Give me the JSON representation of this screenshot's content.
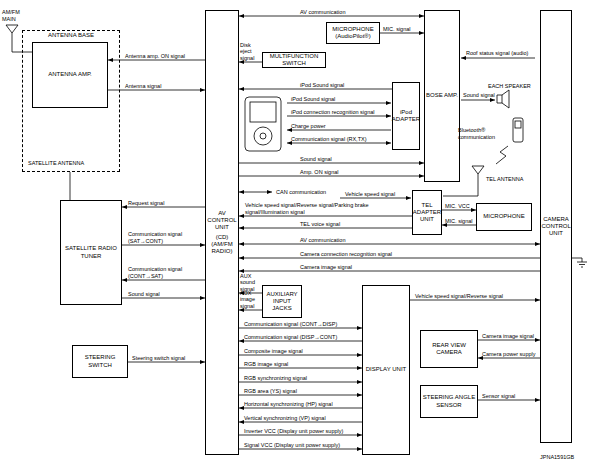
{
  "diagram": {
    "nodes": [
      {
        "text": [
          "ANTENNA BASE"
        ]
      },
      {
        "text": [
          "ANTENNA AMP."
        ],
        "in": 0
      },
      {
        "text": [
          "AV CONTROL UNIT",
          "(CD) (AM/FM RADIO)"
        ]
      },
      {
        "text": [
          "MULTIFUNCTION SWITCH"
        ]
      },
      {
        "text": [
          "MICROPHONE (AudioPilot®)"
        ]
      },
      {
        "text": [
          "BOSE AMP."
        ]
      },
      {
        "text": [
          "iPod ADAPTER"
        ]
      },
      {
        "text": [
          "SATELLITE RADIO TUNER"
        ]
      },
      {
        "text": [
          "TEL ADAPTER UNIT"
        ]
      },
      {
        "text": [
          "MICROPHONE"
        ]
      },
      {
        "text": [
          "CAMERA CONTROL UNIT"
        ]
      },
      {
        "text": [
          "AUXILIARY INPUT JACKS"
        ]
      },
      {
        "text": [
          "DISPLAY UNIT"
        ]
      },
      {
        "text": [
          "STEERING SWITCH"
        ]
      },
      {
        "text": [
          "REAR VIEW CAMERA"
        ]
      },
      {
        "text": [
          "STEERING ANGLE SENSOR"
        ]
      }
    ],
    "edges": [
      {
        "from": 2,
        "to": 1,
        "arrow": "to",
        "label": "Antenna amp. ON signal"
      },
      {
        "from": 1,
        "to": 2,
        "arrow": "to",
        "label": "Antenna signal"
      },
      {
        "from": 2,
        "to": 5,
        "arrow": "both",
        "label": "AV communication"
      },
      {
        "from": 3,
        "to": 2,
        "arrow": "to",
        "label": "Disk eject signal"
      },
      {
        "from": 4,
        "to": 5,
        "arrow": "to",
        "label": "MIC. signal"
      },
      {
        "from": 6,
        "to": 2,
        "arrow": "to",
        "label": "iPod Sound signal"
      },
      {
        "from": 2,
        "to": 7,
        "arrow": "to",
        "label": "Request signal"
      },
      {
        "from": 7,
        "to": 2,
        "arrow": "to",
        "label": "Communication signal (SAT→CONT)"
      },
      {
        "from": 2,
        "to": 7,
        "arrow": "to",
        "label": "Communication signal (CONT→SAT)"
      },
      {
        "from": 7,
        "to": 2,
        "arrow": "to",
        "label": "Sound signal"
      },
      {
        "from": 0,
        "to": 7,
        "arrow": "none"
      },
      {
        "from": 2,
        "to": 5,
        "arrow": "to",
        "label": "Sound signal"
      },
      {
        "from": 2,
        "to": 5,
        "arrow": "to",
        "label": "Amp. ON signal"
      },
      {
        "from": 8,
        "to": 2,
        "arrow": "to",
        "label": "Vehicle speed signal/Reverse signal/Parking brake signal/Illumination signal"
      },
      {
        "from": 8,
        "to": 2,
        "arrow": "to",
        "label": "TEL voice signal"
      },
      {
        "from": 8,
        "to": 9,
        "arrow": "to",
        "label": "MIC. VCC"
      },
      {
        "from": 9,
        "to": 8,
        "arrow": "to",
        "label": "MIC. signal"
      },
      {
        "from": 2,
        "to": 10,
        "arrow": "both",
        "label": "AV communication"
      },
      {
        "from": 10,
        "to": 2,
        "arrow": "to",
        "label": "Camera connection recognition signal"
      },
      {
        "from": 10,
        "to": 2,
        "arrow": "to",
        "label": "Camera image signal"
      },
      {
        "from": 11,
        "to": 2,
        "arrow": "to",
        "label": "AUX sound signal"
      },
      {
        "from": 11,
        "to": 2,
        "arrow": "to",
        "label": "AUX image signal"
      },
      {
        "from": 2,
        "to": 12,
        "arrow": "to",
        "label": "Communication signal (CONT→DISP)"
      },
      {
        "from": 12,
        "to": 2,
        "arrow": "to",
        "label": "Communication signal (DISP→CONT)"
      },
      {
        "from": 2,
        "to": 12,
        "arrow": "to",
        "label": "Composite image signal"
      },
      {
        "from": 2,
        "to": 12,
        "arrow": "to",
        "label": "RGB image signal"
      },
      {
        "from": 2,
        "to": 12,
        "arrow": "to",
        "label": "RGB synchronizing signal"
      },
      {
        "from": 2,
        "to": 12,
        "arrow": "to",
        "label": "RGB area (YS) signal"
      },
      {
        "from": 12,
        "to": 2,
        "arrow": "to",
        "label": "Horizontal synchronizing (HP) signal"
      },
      {
        "from": 12,
        "to": 2,
        "arrow": "to",
        "label": "Vertical synchronizing (VP) signal"
      },
      {
        "from": 2,
        "to": 12,
        "arrow": "to",
        "label": "Inverter VCC (Display unit power supply)"
      },
      {
        "from": 2,
        "to": 12,
        "arrow": "to",
        "label": "Signal VCC (Display unit power supply)"
      },
      {
        "from": 13,
        "to": 2,
        "arrow": "to",
        "label": "Steering switch signal"
      },
      {
        "from": 12,
        "to": 10,
        "arrow": "to",
        "label": "Vehicle speed signal/Reverse signal"
      },
      {
        "from": 14,
        "to": 10,
        "arrow": "to",
        "label": "Camera image signal"
      },
      {
        "from": 10,
        "to": 14,
        "arrow": "to",
        "label": "Camera power supply"
      },
      {
        "from": 15,
        "to": 10,
        "arrow": "to",
        "label": "Sensor signal"
      }
    ],
    "labels": [
      "AM/FM MAIN",
      "SATELLITE ANTENNA",
      "Roof status signal (audio)",
      "Sound signal",
      "EACH SPEAKER",
      "iPod Sound signal",
      "iPod connection recognition signal",
      "Charge power",
      "Communication signal (RX,TX)",
      "Bluetooth® communication",
      "TEL ANTENNA",
      "CAN communication",
      "Vehicle speed signal",
      "JPNA1591GB"
    ]
  }
}
